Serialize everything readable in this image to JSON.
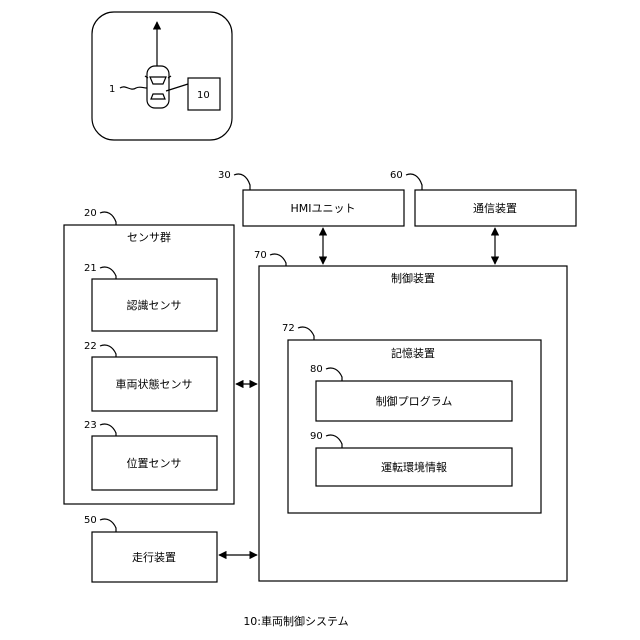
{
  "inset": {
    "vehicle_ref": "1",
    "system_ref": "10"
  },
  "blocks": {
    "hmi": {
      "ref": "30",
      "label": "HMIユニット"
    },
    "comm": {
      "ref": "60",
      "label": "通信装置"
    },
    "sensors": {
      "ref": "20",
      "label": "センサ群"
    },
    "recognition_sensor": {
      "ref": "21",
      "label": "認識センサ"
    },
    "vehicle_state_sensor": {
      "ref": "22",
      "label": "車両状態センサ"
    },
    "position_sensor": {
      "ref": "23",
      "label": "位置センサ"
    },
    "controller": {
      "ref": "70",
      "label": "制御装置"
    },
    "storage": {
      "ref": "72",
      "label": "記憶装置"
    },
    "control_program": {
      "ref": "80",
      "label": "制御プログラム"
    },
    "driving_env_info": {
      "ref": "90",
      "label": "運転環境情報"
    },
    "travel_device": {
      "ref": "50",
      "label": "走行装置"
    }
  },
  "caption": "10:車両制御システム"
}
